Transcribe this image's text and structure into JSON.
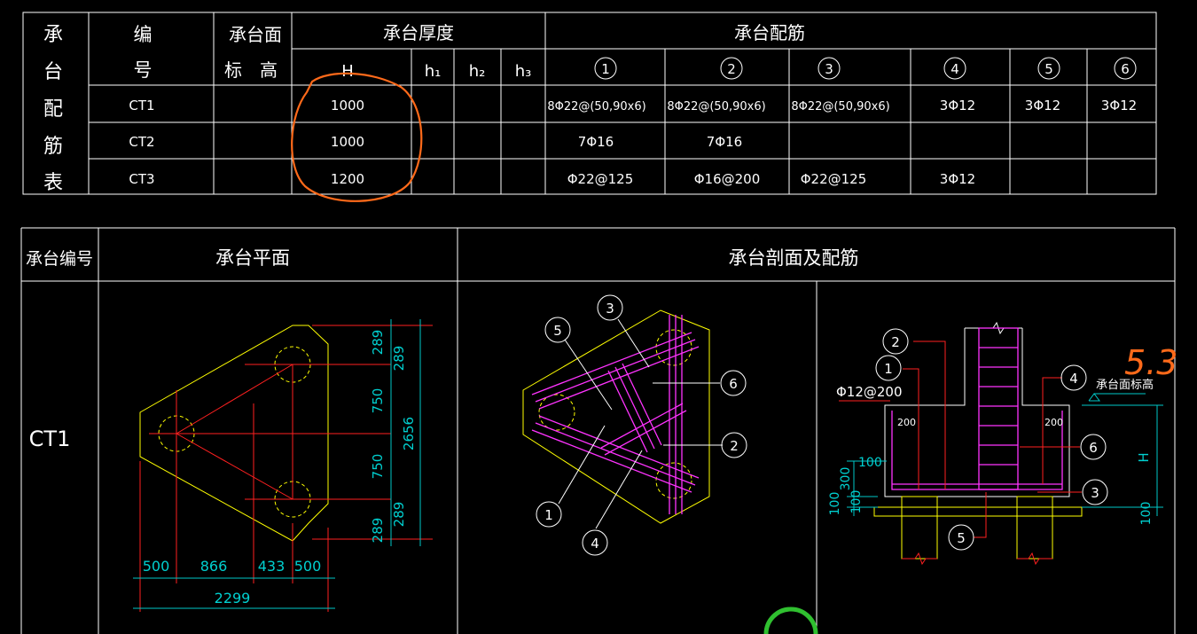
{
  "rebar_table": {
    "title_chars": [
      "承",
      "台",
      "配",
      "筋",
      "表"
    ],
    "header": {
      "id_chars": [
        "编",
        "号"
      ],
      "elev_line1": "承台面",
      "elev_line2": "标　高",
      "thickness_group": "承台厚度",
      "rebar_group": "承台配筋",
      "H": "H",
      "h1": "h₁",
      "h2": "h₂",
      "h3": "h₃",
      "r1": "1",
      "r2": "2",
      "r3": "3",
      "r4": "4",
      "r5": "5",
      "r6": "6"
    },
    "rows": [
      {
        "id": "CT1",
        "H": "1000",
        "r1": "8Φ22@(50,90x6)",
        "r2": "8Φ22@(50,90x6)",
        "r3": "8Φ22@(50,90x6)",
        "r4": "3Φ12",
        "r5": "3Φ12",
        "r6": "3Φ12"
      },
      {
        "id": "CT2",
        "H": "1000",
        "r1": "7Φ16",
        "r2": "7Φ16"
      },
      {
        "id": "CT3",
        "H": "1200",
        "r1": "Φ22@125",
        "r2": "Φ16@200",
        "r3": "Φ22@125",
        "r4": "3Φ12"
      }
    ]
  },
  "detail_table": {
    "col_id": "承台编号",
    "col_plan": "承台平面",
    "col_section": "承台剖面及配筋",
    "row_id": "CT1"
  },
  "plan_dims": {
    "v1": "289",
    "v2": "289",
    "v3": "750",
    "v4": "2656",
    "v5": "750",
    "v6": "289",
    "v7": "289",
    "b1": "500",
    "b2": "866",
    "b3": "433",
    "b4": "500",
    "total": "2299"
  },
  "rebar_plan_callouts": {
    "c1": "1",
    "c2": "2",
    "c3": "3",
    "c4": "4",
    "c5": "5",
    "c6": "6"
  },
  "section": {
    "c1": "1",
    "c2": "2",
    "c3": "3",
    "c4": "4",
    "c5": "5",
    "c6": "6",
    "stirrup_note": "Φ12@200",
    "top_elev": "承台面标高",
    "cover_left": "200",
    "cover_right": "200",
    "dim_H": "H",
    "dim_100a": "100",
    "dim_300": "300",
    "dim_100b": "100",
    "dim_100c": "100",
    "dim_100d": "100",
    "handwritten_note": "5.3"
  },
  "colors": {
    "frame": "#ffffff",
    "outline": "#ffff00",
    "axis": "#ff2020",
    "rebar": "#ff33ff",
    "dimension": "#00c8c8",
    "markup": "#ff6a1a"
  }
}
